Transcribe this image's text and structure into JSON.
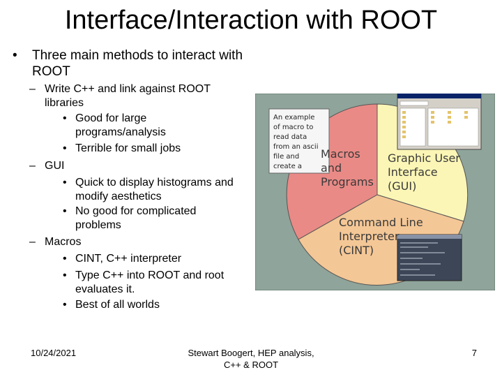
{
  "slide": {
    "title": "Interface/Interaction with ROOT",
    "bullet_main": "Three main methods to interact with ROOT",
    "sub1": "Write C++ and link against ROOT libraries",
    "sub1_a": "Good for large programs/analysis",
    "sub1_b": "Terrible for small jobs",
    "sub2": "GUI",
    "sub2_a": "Quick to display histograms and modify aesthetics",
    "sub2_b": "No good for complicated problems",
    "sub3": "Macros",
    "sub3_a": "CINT, C++ interpreter",
    "sub3_b": "Type C++ into ROOT and root evaluates it.",
    "sub3_c": "Best of all worlds"
  },
  "figure": {
    "macros_label_1": "Macros",
    "macros_label_2": "and",
    "macros_label_3": "Programs",
    "gui_label_1": "Graphic User",
    "gui_label_2": "Interface",
    "gui_label_3": "(GUI)",
    "cint_label_1": "Command Line",
    "cint_label_2": "Interpreter",
    "cint_label_3": "(CINT)",
    "note_lines": [
      "An example",
      "of macro to",
      "read data",
      "from an ascii",
      "file and",
      "create a"
    ],
    "colors": {
      "background": "#8fa49a",
      "macros": "#e98a86",
      "gui": "#fbf6b6",
      "cint": "#f4c796"
    }
  },
  "footer": {
    "date": "10/24/2021",
    "center_line1": "Stewart Boogert, HEP analysis,",
    "center_line2": "C++ & ROOT",
    "page": "7"
  }
}
